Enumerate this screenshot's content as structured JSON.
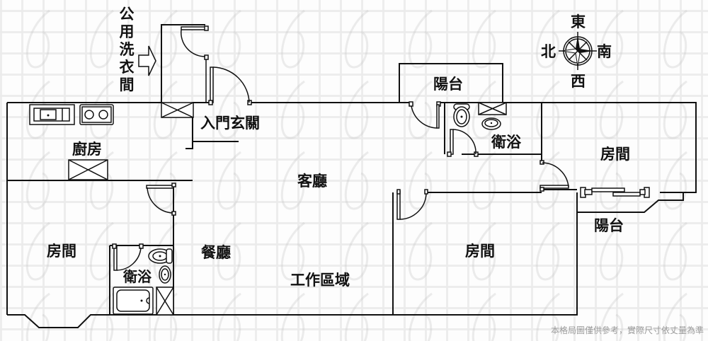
{
  "floorplan": {
    "rooms": {
      "public_laundry": "公用洗衣間",
      "entrance": "入門玄關",
      "kitchen": "廚房",
      "living_room": "客廳",
      "balcony_top": "陽台",
      "bathroom_top": "衛浴",
      "bedroom_right": "房間",
      "balcony_right": "陽台",
      "bedroom_left": "房間",
      "bathroom_left": "衛浴",
      "dining_room": "餐廳",
      "work_area": "工作區域",
      "bedroom_middle": "房間"
    },
    "compass": {
      "east": "東",
      "west": "西",
      "south": "南",
      "north": "北"
    },
    "disclaimer": "本格局圖僅供參考，實際尺寸依丈量為準"
  }
}
